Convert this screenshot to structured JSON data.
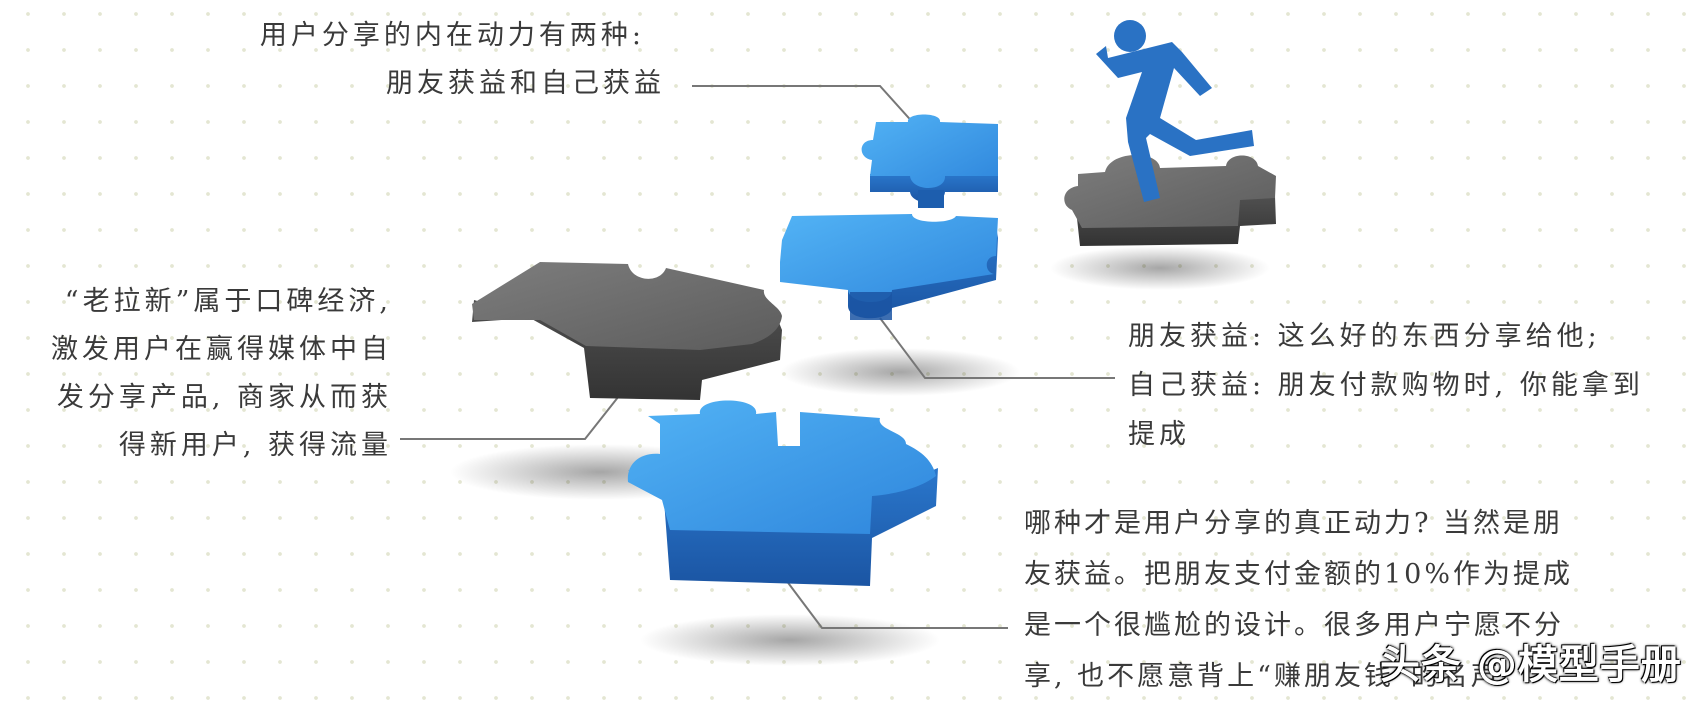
{
  "top_label": {
    "line1": "用户分享的内在动力有两种:",
    "line2": "朋友获益和自己获益"
  },
  "left_label": {
    "lines": [
      "“老拉新”属于口碑经济,",
      "激发用户在赢得媒体中自",
      "发分享产品, 商家从而获",
      "得新用户, 获得流量"
    ]
  },
  "right_label": {
    "lines": [
      "朋友获益: 这么好的东西分享给他;",
      "自己获益: 朋友付款购物时, 你能拿到",
      "提成"
    ]
  },
  "bottom_label": {
    "lines": [
      "哪种才是用户分享的真正动力? 当然是朋",
      "友获益。把朋友支付金额的10%作为提成",
      "是一个很尴尬的设计。很多用户宁愿不分",
      "享, 也不愿意背上“赚朋友钱”的名声"
    ]
  },
  "watermark": "头条 @模型手册",
  "icons": {
    "runner": "running-person-icon",
    "puzzle": "puzzle-piece-icon"
  },
  "colors": {
    "blue_top": "#3b9de6",
    "blue_side": "#1f62b5",
    "gray_top": "#6a6a6a",
    "gray_side": "#3f3f3f",
    "runner": "#2a72c4",
    "connector": "#777777",
    "text": "#3a3a3a"
  }
}
